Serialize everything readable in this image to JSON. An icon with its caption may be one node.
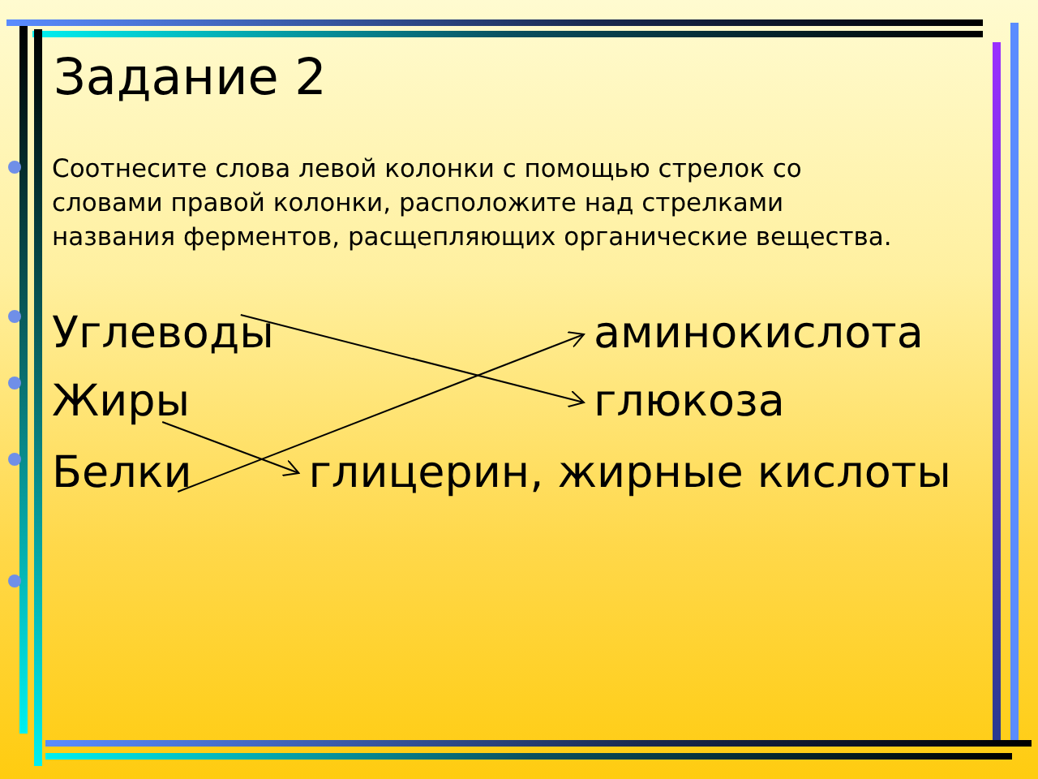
{
  "diagram": {
    "title": "Задание 2",
    "nodes": [
      {
        "text": [
          "Углеводы"
        ]
      },
      {
        "text": [
          "аминокислота"
        ]
      },
      {
        "text": [
          "Жиры"
        ]
      },
      {
        "text": [
          "глюкоза"
        ]
      },
      {
        "text": [
          "Белки"
        ]
      },
      {
        "text": [
          "глицерин, жирные кислоты"
        ]
      }
    ],
    "edges": [
      {
        "from": 0,
        "to": 3,
        "arrow": "to"
      },
      {
        "from": 2,
        "to": 5,
        "arrow": "to"
      },
      {
        "from": 4,
        "to": 1,
        "arrow": "to"
      }
    ],
    "labels": [
      "Соотнесите слова левой колонки с помощью стрелок со словами правой колонки, расположите над стрелками названия ферментов, расщепляющих органические вещества."
    ]
  }
}
